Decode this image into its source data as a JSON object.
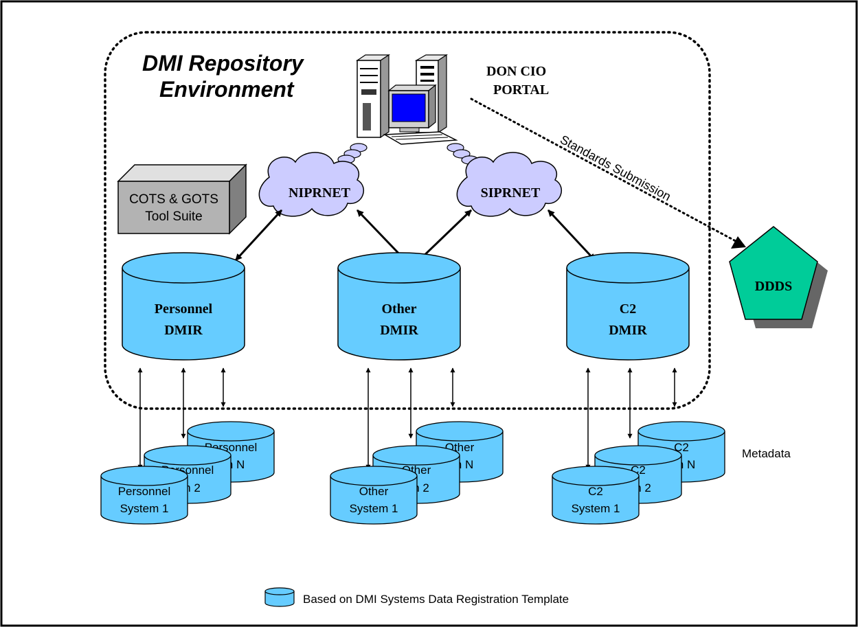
{
  "environment": {
    "title_line1": "DMI Repository",
    "title_line2": "Environment"
  },
  "portal": {
    "label_line1": "DON CIO",
    "label_line2": "PORTAL"
  },
  "networks": {
    "niprnet": "NIPRNET",
    "siprnet": "SIPRNET"
  },
  "tool_suite": {
    "line1": "COTS & GOTS",
    "line2": "Tool Suite"
  },
  "submission_label": "Standards Submission",
  "ddds_label": "DDDS",
  "repositories": {
    "personnel": {
      "line1": "Personnel",
      "line2": "DMIR"
    },
    "other": {
      "line1": "Other",
      "line2": "DMIR"
    },
    "c2": {
      "line1": "C2",
      "line2": "DMIR"
    }
  },
  "systems": {
    "personnel": {
      "front": [
        "Personnel",
        "System 1"
      ],
      "mid": [
        "Personnel",
        "em 2"
      ],
      "back": [
        "Personnel",
        "em N"
      ]
    },
    "other": {
      "front": [
        "Other",
        "System 1"
      ],
      "mid": [
        "Other",
        "em 2"
      ],
      "back": [
        "Other",
        "em N"
      ]
    },
    "c2": {
      "front": [
        "C2",
        "System 1"
      ],
      "mid": [
        "C2",
        "em 2"
      ],
      "back": [
        "C2",
        "em N"
      ]
    }
  },
  "metadata_label": "Metadata",
  "legend_label": "Based on DMI Systems Data Registration Template",
  "colors": {
    "cylinder": "#66ccff",
    "cloud": "#ccccff",
    "tool_box": "#b3b3b3",
    "ddds": "#00cc99",
    "monitor_screen": "#0000ff"
  }
}
